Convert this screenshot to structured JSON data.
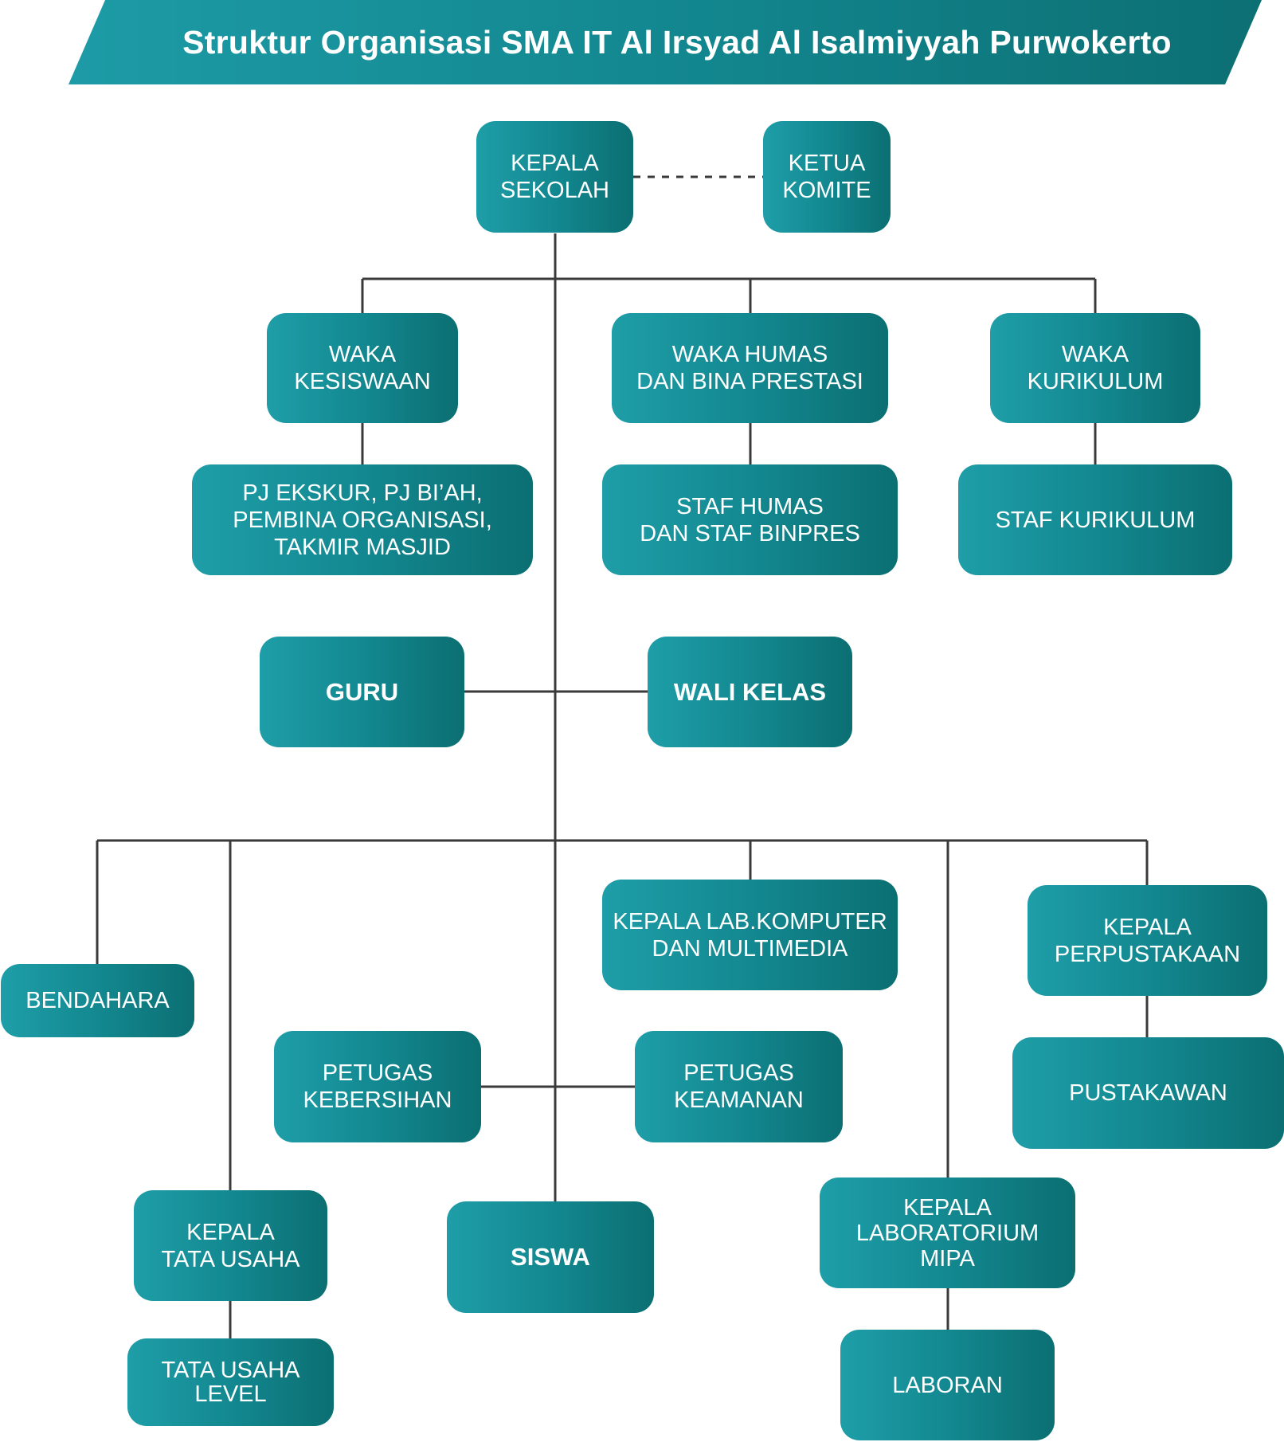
{
  "title": "Struktur Organisasi SMA IT Al Irsyad Al Isalmiyyah Purwokerto",
  "colors": {
    "box_start": "#1e9ea8",
    "box_end": "#0b6f72",
    "line": "#3a3a3a",
    "text": "#ffffff"
  },
  "nodes": {
    "kepala_sekolah": "KEPALA\nSEKOLAH",
    "ketua_komite": "KETUA\nKOMITE",
    "waka_kesiswaan": "WAKA\nKESISWAAN",
    "waka_humas": "WAKA HUMAS\nDAN BINA PRESTASI",
    "waka_kurikulum": "WAKA\nKURIKULUM",
    "pj_ekskur": "PJ EKSKUR, PJ BI’AH,\nPEMBINA ORGANISASI,\nTAKMIR MASJID",
    "staf_humas": "STAF HUMAS\nDAN STAF BINPRES",
    "staf_kurikulum": "STAF KURIKULUM",
    "guru": "GURU",
    "wali_kelas": "WALI KELAS",
    "bendahara": "BENDAHARA",
    "kepala_lab_komputer": "KEPALA LAB.KOMPUTER\nDAN MULTIMEDIA",
    "kepala_perpustakaan": "KEPALA\nPERPUSTAKAAN",
    "pustakawan": "PUSTAKAWAN",
    "petugas_kebersihan": "PETUGAS\nKEBERSIHAN",
    "petugas_keamanan": "PETUGAS\nKEAMANAN",
    "kepala_tata_usaha": "KEPALA\nTATA USAHA",
    "siswa": "SISWA",
    "kepala_lab_mipa": "KEPALA\nLABORATORIUM\nMIPA",
    "tata_usaha_level": "TATA USAHA\nLEVEL",
    "laboran": "LABORAN"
  }
}
